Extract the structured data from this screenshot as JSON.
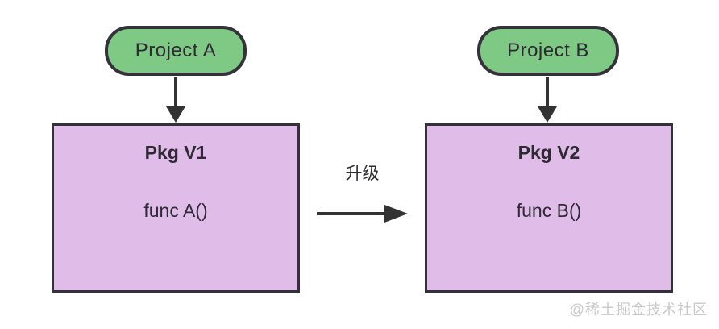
{
  "colors": {
    "background": "#ffffff",
    "node_green_fill": "#7ec983",
    "node_purple_fill": "#e0bce8",
    "node_border": "#35313a",
    "arrow": "#333333",
    "text": "#2e2a33",
    "watermark": "#c9c9c9"
  },
  "nodes": {
    "project_a": {
      "label": "Project A"
    },
    "project_b": {
      "label": "Project B"
    },
    "pkg_v1": {
      "title": "Pkg V1",
      "body": "func A()"
    },
    "pkg_v2": {
      "title": "Pkg V2",
      "body": "func B()"
    }
  },
  "edges": {
    "upgrade": {
      "label": "升级"
    }
  },
  "watermark": {
    "text": "@稀土掘金技术社区"
  }
}
